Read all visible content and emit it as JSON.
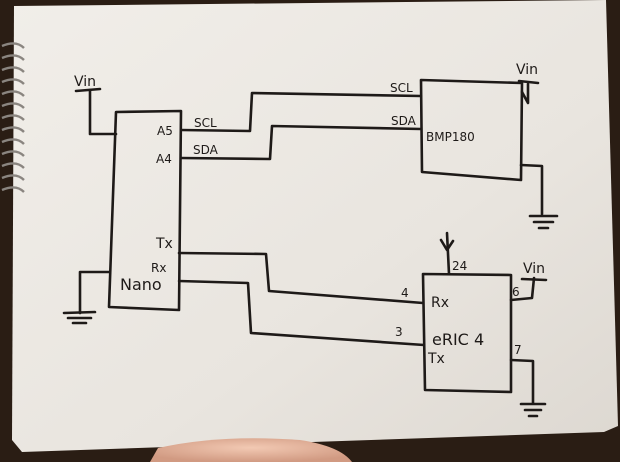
{
  "diagram": {
    "nano": {
      "name": "Nano",
      "pins": {
        "a5": "A5",
        "a4": "A4",
        "tx": "Tx",
        "rx": "Rx"
      }
    },
    "bmp180": {
      "name": "BMP180"
    },
    "eric": {
      "name": "eRIC 4",
      "pins": {
        "rx": "Rx",
        "tx": "Tx",
        "pin24": "24",
        "pin4": "4",
        "pin3": "3",
        "pin6": "6",
        "pin7": "7"
      }
    },
    "signals": {
      "scl_nano": "SCL",
      "sda_nano": "SDA",
      "scl_bmp": "SCL",
      "sda_bmp": "SDA"
    },
    "supply": {
      "vin_nano": "Vin",
      "vin_bmp": "Vin",
      "vin_eric": "Vin"
    }
  },
  "colors": {
    "paper": "#ece9e4",
    "ink": "#1e1a18",
    "background": "#2a1d14",
    "binding": "#8a8580"
  }
}
